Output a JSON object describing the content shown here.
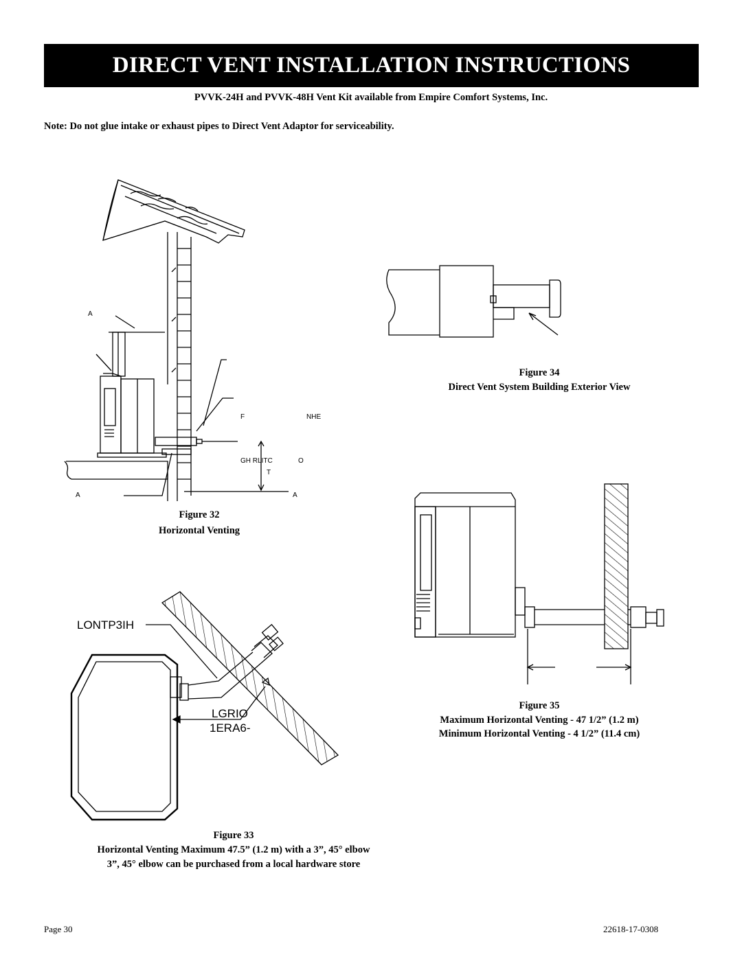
{
  "header": {
    "title": "DIRECT VENT INSTALLATION INSTRUCTIONS",
    "kit_note": "PVVK-24H and PVVK-48H Vent Kit available from Empire Comfort Systems, Inc.",
    "glue_note": "Note: Do not glue intake or exhaust pipes to Direct Vent Adaptor for serviceability."
  },
  "figure32": {
    "caption_number": "Figure 32",
    "caption_title": "Horizontal Venting",
    "labels": {
      "a_top": "A",
      "a_bottom_left": "A",
      "a_bottom_right": "A",
      "f": "F",
      "nhe": "NHE",
      "ghrlitc": "GH RLITC",
      "o": "O",
      "t": "T"
    }
  },
  "figure33": {
    "caption_number": "Figure 33",
    "caption_line1": "Horizontal Venting Maximum 47.5” (1.2 m) with a 3”, 45° elbow",
    "caption_line2": "3”, 45° elbow can be purchased from a local hardware store",
    "labels": {
      "lontp3ih": "LONTP3IH",
      "lgrio": "LGRIO",
      "era6": "1ERA6-"
    }
  },
  "figure34": {
    "caption_number": "Figure 34",
    "caption_title": "Direct Vent System Building Exterior View"
  },
  "figure35": {
    "caption_number": "Figure 35",
    "caption_line1": "Maximum Horizontal Venting - 47 1/2” (1.2 m)",
    "caption_line2": "Minimum Horizontal Venting - 4 1/2” (11.4 cm)"
  },
  "footer": {
    "page": "Page 30",
    "doc_number": "22618-17-0308"
  }
}
